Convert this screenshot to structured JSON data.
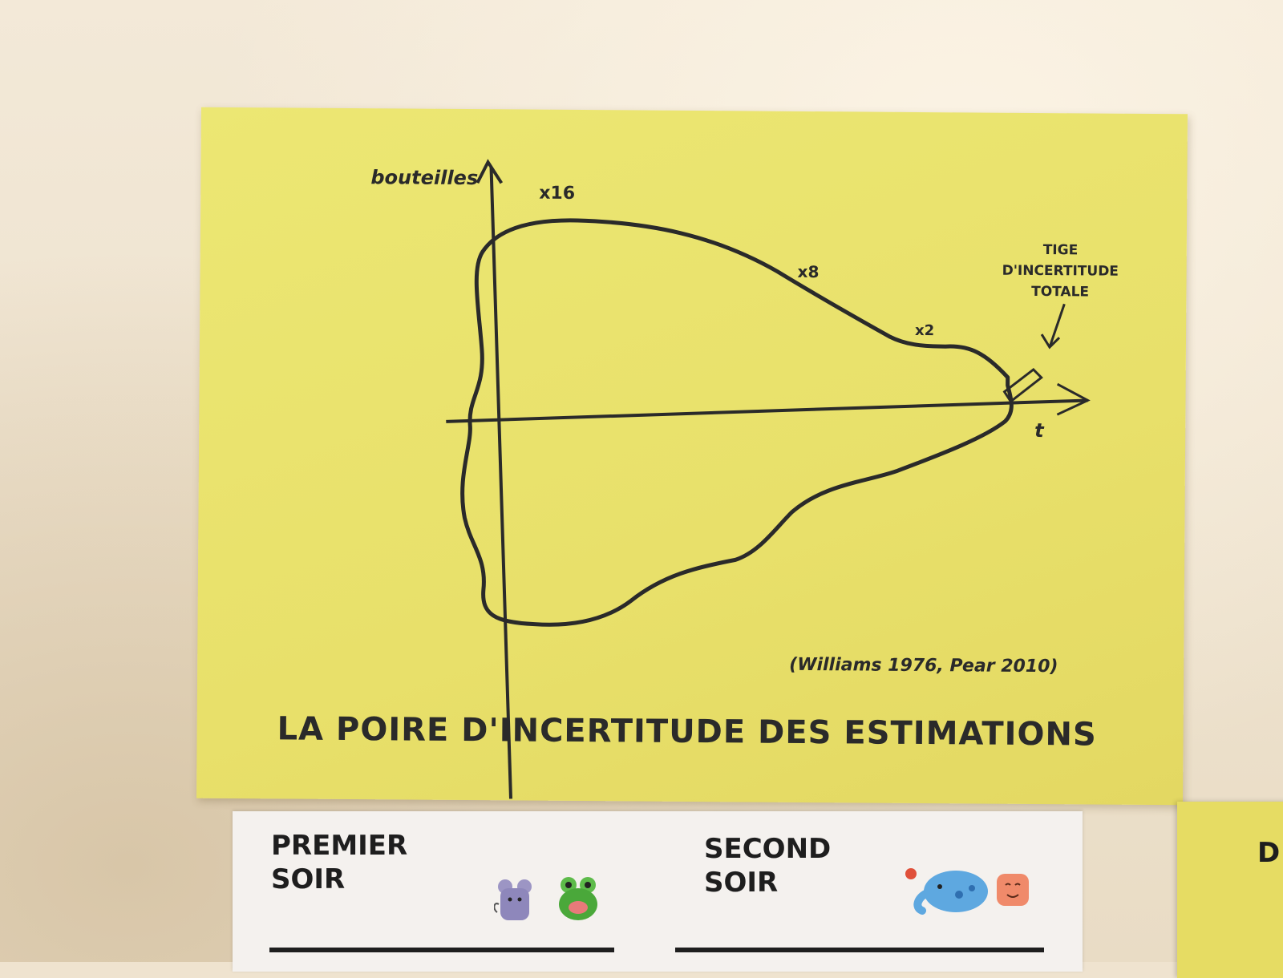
{
  "poster": {
    "y_axis_label": "bouteilles",
    "multiplier_16": "x16",
    "multiplier_8": "x8",
    "multiplier_2": "x2",
    "stem_label": [
      "TIGE",
      "D'INCERTITUDE",
      "TOTALE"
    ],
    "time_axis_label": "t",
    "citation": "(Williams 1976, Pear 2010)",
    "title": "LA POIRE D'INCERTITUDE DES ESTIMATIONS",
    "paper_color": "#e8e06a",
    "ink_color": "#2a2a2a"
  },
  "lower_sheet": {
    "left_title": [
      "PREMIER",
      "SOIR"
    ],
    "right_title": [
      "SECOND",
      "SOIR"
    ],
    "stickers": [
      "mouse-sticker",
      "frog-sticker",
      "elephant-sticker",
      "pig-sticker"
    ]
  },
  "side_sheet": {
    "visible_char": "D"
  }
}
